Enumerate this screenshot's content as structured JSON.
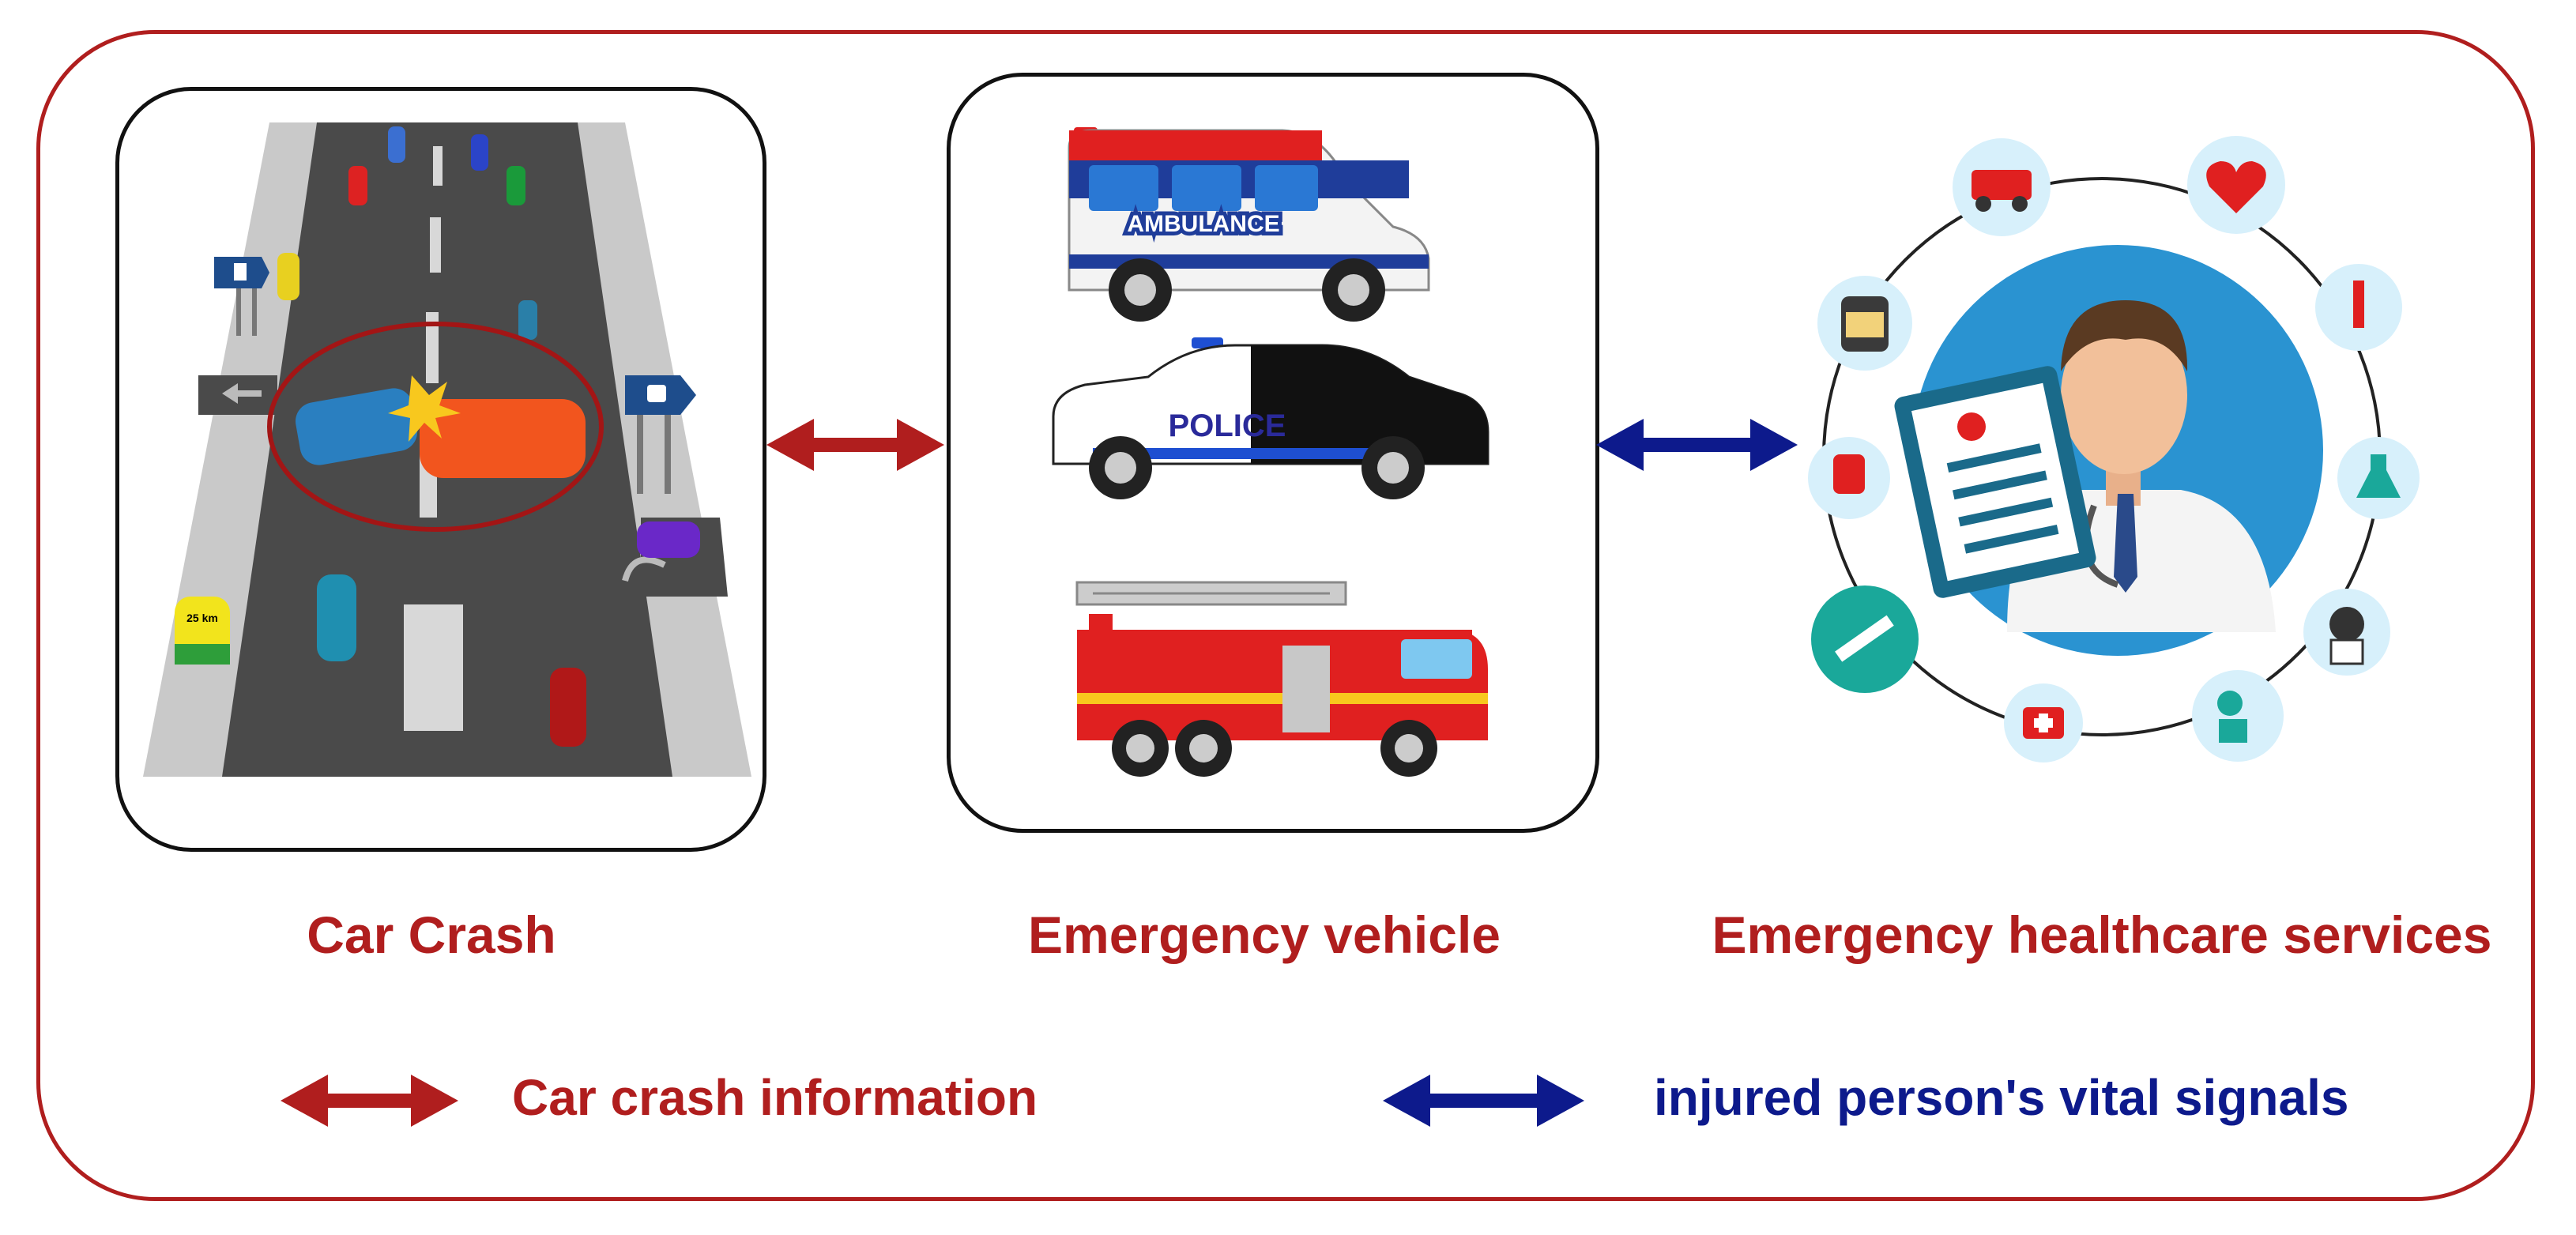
{
  "captions": {
    "crash": "Car Crash",
    "vehicle": "Emergency vehicle",
    "healthcare": "Emergency healthcare services"
  },
  "vehicle_labels": {
    "ambulance": "AMBULANCE",
    "police": "POLICE"
  },
  "road_sign": {
    "distance": "25 km"
  },
  "legend": {
    "red": "Car crash information",
    "blue": "injured person's vital signals"
  },
  "colors": {
    "frame": "#b01e1e",
    "caption": "#b01e1e",
    "red_arrow": "#b01e1e",
    "blue_arrow": "#0d1a8c",
    "blue_text": "#0d1a8c",
    "service_circle": "#2a93d1",
    "icon_bubble": "#d7f0fb"
  },
  "service_icons": [
    "ambulance-icon",
    "heart-icon",
    "syringe-icon",
    "flask-icon",
    "nurse-icon",
    "patient-icon",
    "first-aid-icon",
    "injection-icon",
    "iv-bag-icon",
    "medicine-jar-icon"
  ]
}
